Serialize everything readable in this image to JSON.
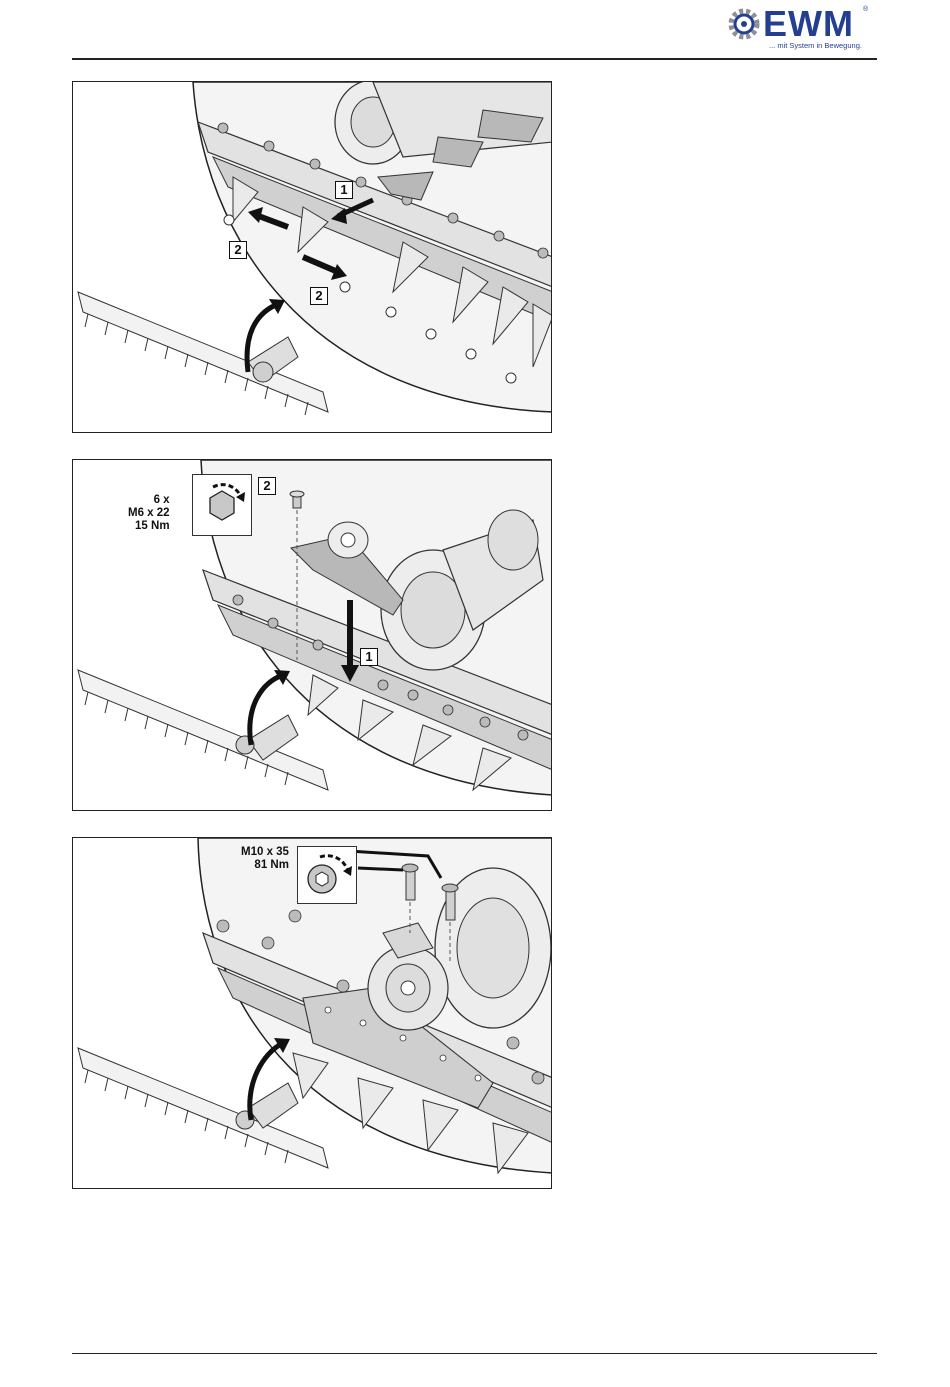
{
  "header": {
    "logo_text": "EWM",
    "logo_registered": "®",
    "logo_tagline": "... mit System in Bewegung.",
    "brand_color": "#243f8f"
  },
  "figures": [
    {
      "callouts": [
        "1",
        "2",
        "2"
      ]
    },
    {
      "spec": {
        "count": "6 x",
        "size": "M6 x 22",
        "torque": "15 Nm"
      },
      "callouts": [
        "2",
        "1"
      ]
    },
    {
      "spec": {
        "size": "M10 x 35",
        "torque": "81 Nm"
      }
    }
  ]
}
